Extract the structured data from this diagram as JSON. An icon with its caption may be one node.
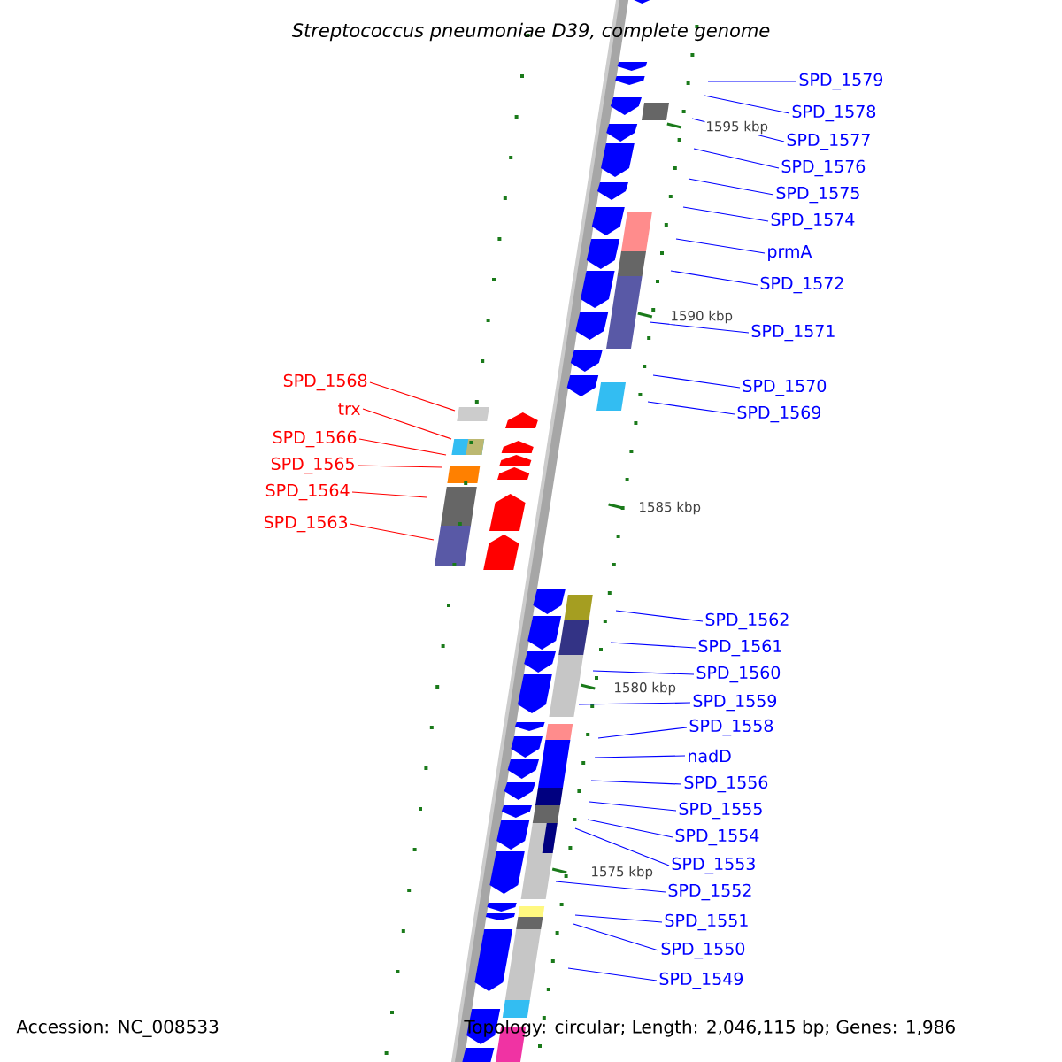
{
  "diagram": {
    "title": "Streptococcus pneumoniae D39, complete genome",
    "nodes": [
      {
        "text": [
          "SPD_1579"
        ]
      },
      {
        "text": [
          "SPD_1578"
        ]
      },
      {
        "text": [
          "SPD_1577"
        ]
      },
      {
        "text": [
          "SPD_1576"
        ]
      },
      {
        "text": [
          "SPD_1575"
        ]
      },
      {
        "text": [
          "SPD_1574"
        ]
      },
      {
        "text": [
          "prmA"
        ]
      },
      {
        "text": [
          "SPD_1572"
        ]
      },
      {
        "text": [
          "SPD_1571"
        ]
      },
      {
        "text": [
          "SPD_1570"
        ]
      },
      {
        "text": [
          "SPD_1569"
        ]
      },
      {
        "text": [
          "SPD_1568"
        ]
      },
      {
        "text": [
          "trx"
        ]
      },
      {
        "text": [
          "SPD_1566"
        ]
      },
      {
        "text": [
          "SPD_1565"
        ]
      },
      {
        "text": [
          "SPD_1564"
        ]
      },
      {
        "text": [
          "SPD_1563"
        ]
      },
      {
        "text": [
          "SPD_1562"
        ]
      },
      {
        "text": [
          "SPD_1561"
        ]
      },
      {
        "text": [
          "SPD_1560"
        ]
      },
      {
        "text": [
          "SPD_1559"
        ]
      },
      {
        "text": [
          "SPD_1558"
        ]
      },
      {
        "text": [
          "nadD"
        ]
      },
      {
        "text": [
          "SPD_1556"
        ]
      },
      {
        "text": [
          "SPD_1555"
        ]
      },
      {
        "text": [
          "SPD_1554"
        ]
      },
      {
        "text": [
          "SPD_1553"
        ]
      },
      {
        "text": [
          "SPD_1552"
        ]
      },
      {
        "text": [
          "SPD_1551"
        ]
      },
      {
        "text": [
          "SPD_1550"
        ]
      },
      {
        "text": [
          "SPD_1549"
        ]
      }
    ],
    "edges": [
      {
        "from": 0,
        "to": null,
        "arrow": "none"
      },
      {
        "from": 1,
        "to": null,
        "arrow": "none"
      },
      {
        "from": 2,
        "to": null,
        "arrow": "none"
      },
      {
        "from": 3,
        "to": null,
        "arrow": "none"
      },
      {
        "from": 4,
        "to": null,
        "arrow": "none"
      },
      {
        "from": 5,
        "to": null,
        "arrow": "none"
      },
      {
        "from": 6,
        "to": null,
        "arrow": "none"
      },
      {
        "from": 7,
        "to": null,
        "arrow": "none"
      },
      {
        "from": 8,
        "to": null,
        "arrow": "none"
      },
      {
        "from": 9,
        "to": null,
        "arrow": "none"
      },
      {
        "from": 10,
        "to": null,
        "arrow": "none"
      },
      {
        "from": 11,
        "to": null,
        "arrow": "none",
        "color": "#ff0000"
      },
      {
        "from": 12,
        "to": null,
        "arrow": "none",
        "color": "#ff0000"
      },
      {
        "from": 13,
        "to": null,
        "arrow": "none",
        "color": "#ff0000"
      },
      {
        "from": 14,
        "to": null,
        "arrow": "none",
        "color": "#ff0000"
      },
      {
        "from": 15,
        "to": null,
        "arrow": "none",
        "color": "#ff0000"
      },
      {
        "from": 16,
        "to": null,
        "arrow": "none",
        "color": "#ff0000"
      },
      {
        "from": 17,
        "to": null,
        "arrow": "none"
      },
      {
        "from": 18,
        "to": null,
        "arrow": "none"
      },
      {
        "from": 19,
        "to": null,
        "arrow": "none"
      },
      {
        "from": 20,
        "to": null,
        "arrow": "none"
      },
      {
        "from": 21,
        "to": null,
        "arrow": "none"
      },
      {
        "from": 22,
        "to": null,
        "arrow": "none"
      },
      {
        "from": 23,
        "to": null,
        "arrow": "none"
      },
      {
        "from": 24,
        "to": null,
        "arrow": "none"
      },
      {
        "from": 25,
        "to": null,
        "arrow": "none"
      },
      {
        "from": 26,
        "to": null,
        "arrow": "none"
      },
      {
        "from": 27,
        "to": null,
        "arrow": "none"
      },
      {
        "from": 28,
        "to": null,
        "arrow": "none"
      },
      {
        "from": 29,
        "to": null,
        "arrow": "none"
      },
      {
        "from": 30,
        "to": null,
        "arrow": "none"
      }
    ],
    "labels": [
      "1595 kbp",
      "1590 kbp",
      "1585 kbp",
      "1580 kbp",
      "1575 kbp",
      "Accession: NC_008533",
      "Topology: circular; Length: 2,046,115 bp; Genes: 1,986"
    ]
  }
}
